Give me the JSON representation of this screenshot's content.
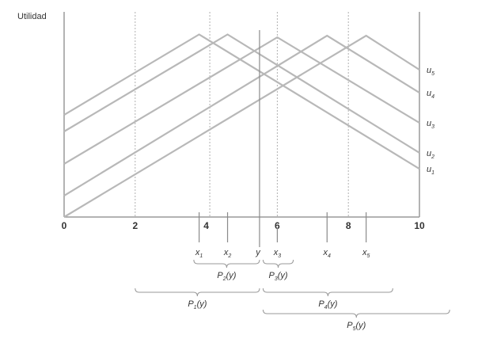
{
  "y_axis_label": "Utilidad",
  "x_ticks": [
    "0",
    "2",
    "4",
    "6",
    "8",
    "10"
  ],
  "x_tick_values": [
    0,
    2,
    4,
    6,
    8,
    10
  ],
  "dotted_guides": [
    2,
    4.1,
    6,
    8
  ],
  "curves": [
    {
      "name": "u",
      "sub": "1",
      "left": 49.8,
      "peak_x": 3.8,
      "peak": 89,
      "right": 23.5
    },
    {
      "name": "u",
      "sub": "2",
      "left": 41.7,
      "peak_x": 4.6,
      "peak": 89,
      "right": 31.3
    },
    {
      "name": "u",
      "sub": "3",
      "left": 25.9,
      "peak_x": 6.0,
      "peak": 87.6,
      "right": 45.9
    },
    {
      "name": "u",
      "sub": "4",
      "left": 10.4,
      "peak_x": 7.4,
      "peak": 88.4,
      "right": 60.6
    },
    {
      "name": "u",
      "sub": "5",
      "left": 0,
      "peak_x": 8.5,
      "peak": 88.4,
      "right": 71.8
    }
  ],
  "points": [
    {
      "name": "x",
      "sub": "1",
      "x": 3.8
    },
    {
      "name": "x",
      "sub": "2",
      "x": 4.6
    },
    {
      "name": "x",
      "sub": "3",
      "x": 6.0
    },
    {
      "name": "x",
      "sub": "4",
      "x": 7.4
    },
    {
      "name": "x",
      "sub": "5",
      "x": 8.5
    }
  ],
  "y_point": {
    "label": "y",
    "x": 5.5
  },
  "braces": [
    {
      "label": "P",
      "sub": "2",
      "arg": "(y)",
      "from": 3.65,
      "to": 5.5,
      "level": 0
    },
    {
      "label": "P",
      "sub": "3",
      "arg": "(y)",
      "from": 5.6,
      "to": 6.45,
      "level": 0
    },
    {
      "label": "P",
      "sub": "1",
      "arg": "(y)",
      "from": 2.0,
      "to": 5.5,
      "level": 1
    },
    {
      "label": "P",
      "sub": "4",
      "arg": "(y)",
      "from": 5.6,
      "to": 9.25,
      "level": 1
    },
    {
      "label": "P",
      "sub": "5",
      "arg": "(y)",
      "from": 5.6,
      "to": 10.85,
      "level": 2
    }
  ]
}
